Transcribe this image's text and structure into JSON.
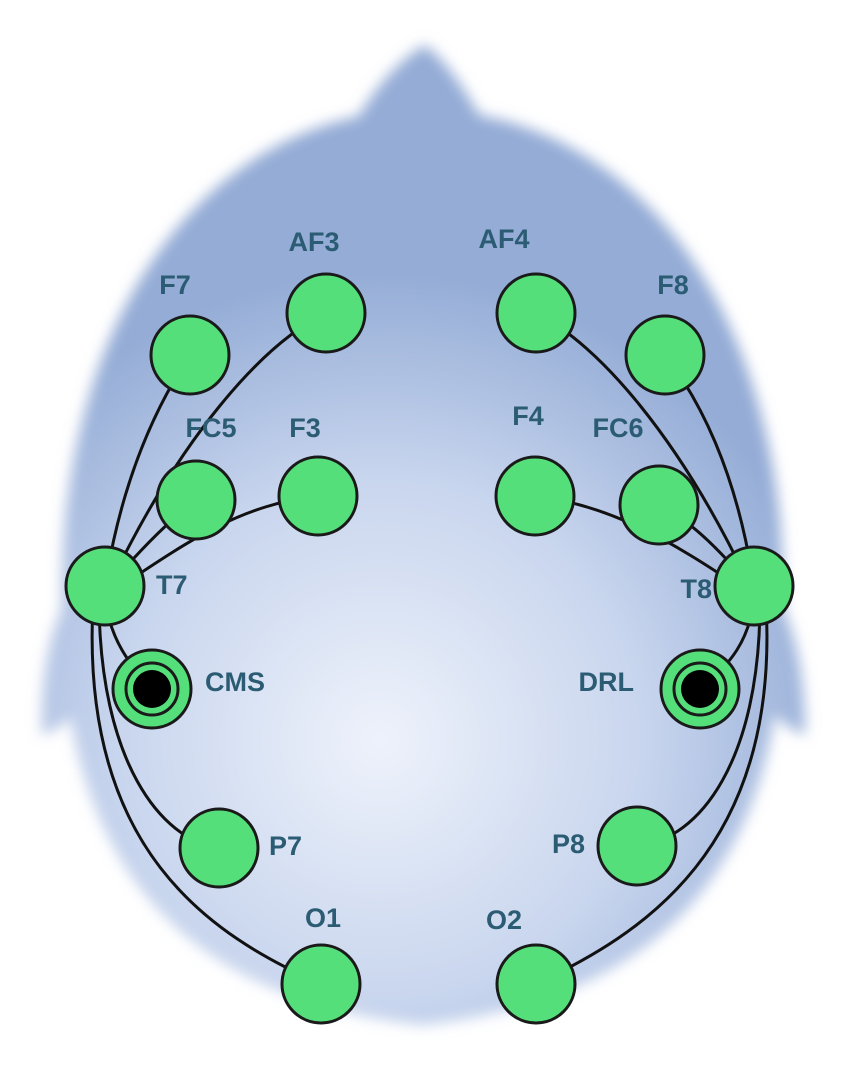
{
  "colors": {
    "background": "#ffffff",
    "head_center": "#eef2fb",
    "head_edge": "#94acd6",
    "electrode_fill": "#55df7a",
    "electrode_stroke": "#1a1a1a",
    "wire": "#111111",
    "label": "#2b5c73",
    "reference_core": "#000000"
  },
  "electrodes": [
    {
      "id": "af3",
      "label": "AF3",
      "icon": "electrode-icon"
    },
    {
      "id": "af4",
      "label": "AF4",
      "icon": "electrode-icon"
    },
    {
      "id": "f7",
      "label": "F7",
      "icon": "electrode-icon"
    },
    {
      "id": "f8",
      "label": "F8",
      "icon": "electrode-icon"
    },
    {
      "id": "fc5",
      "label": "FC5",
      "icon": "electrode-icon"
    },
    {
      "id": "f3",
      "label": "F3",
      "icon": "electrode-icon"
    },
    {
      "id": "f4",
      "label": "F4",
      "icon": "electrode-icon"
    },
    {
      "id": "fc6",
      "label": "FC6",
      "icon": "electrode-icon"
    },
    {
      "id": "t7",
      "label": "T7",
      "icon": "electrode-icon"
    },
    {
      "id": "t8",
      "label": "T8",
      "icon": "electrode-icon"
    },
    {
      "id": "cms",
      "label": "CMS",
      "icon": "reference-electrode-icon"
    },
    {
      "id": "drl",
      "label": "DRL",
      "icon": "reference-electrode-icon"
    },
    {
      "id": "p7",
      "label": "P7",
      "icon": "electrode-icon"
    },
    {
      "id": "p8",
      "label": "P8",
      "icon": "electrode-icon"
    },
    {
      "id": "o1",
      "label": "O1",
      "icon": "electrode-icon"
    },
    {
      "id": "o2",
      "label": "O2",
      "icon": "electrode-icon"
    }
  ],
  "connections": [
    [
      "t7",
      "af3"
    ],
    [
      "t7",
      "f7"
    ],
    [
      "t7",
      "f3"
    ],
    [
      "t7",
      "fc5"
    ],
    [
      "t7",
      "cms"
    ],
    [
      "t7",
      "p7"
    ],
    [
      "t7",
      "o1"
    ],
    [
      "t8",
      "af4"
    ],
    [
      "t8",
      "f8"
    ],
    [
      "t8",
      "f4"
    ],
    [
      "t8",
      "fc6"
    ],
    [
      "t8",
      "drl"
    ],
    [
      "t8",
      "p8"
    ],
    [
      "t8",
      "o2"
    ]
  ]
}
